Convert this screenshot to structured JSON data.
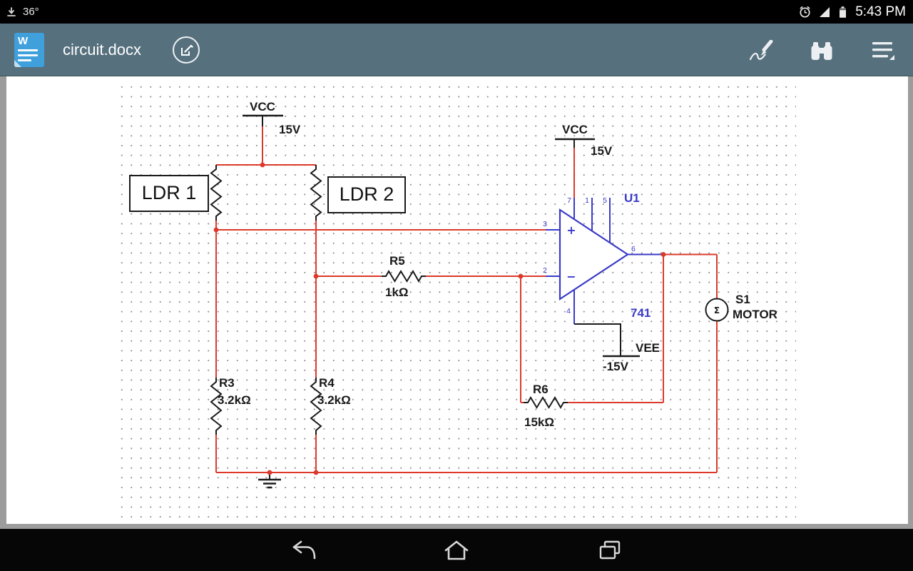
{
  "status_bar": {
    "temperature": "36°",
    "time": "5:43 PM"
  },
  "app_bar": {
    "app_icon_letter": "W",
    "document_title": "circuit.docx"
  },
  "circuit": {
    "vcc_left": {
      "label": "VCC",
      "voltage": "15V"
    },
    "vcc_right": {
      "label": "VCC",
      "voltage": "15V"
    },
    "vee": {
      "label": "VEE",
      "voltage": "-15V"
    },
    "ldr1": "LDR 1",
    "ldr2": "LDR 2",
    "r3": {
      "ref": "R3",
      "value": "3.2kΩ"
    },
    "r4": {
      "ref": "R4",
      "value": "3.2kΩ"
    },
    "r5": {
      "ref": "R5",
      "value": "1kΩ"
    },
    "r6": {
      "ref": "R6",
      "value": "15kΩ"
    },
    "opamp": {
      "ref": "U1",
      "model": "741",
      "plus": "+",
      "minus": "−",
      "pin7": "7",
      "pin1": "1",
      "pin5": "5",
      "pin3": "3",
      "pin2": "2",
      "pin6": "6",
      "pin4": "4"
    },
    "motor": {
      "ref": "S1",
      "label": "MOTOR",
      "symbol": "Σ"
    }
  },
  "colors": {
    "wire_red": "#dc392b",
    "component_blue": "#3a3ac8",
    "appbar_slate": "#56707e",
    "word_icon_blue": "#3fa0db"
  }
}
